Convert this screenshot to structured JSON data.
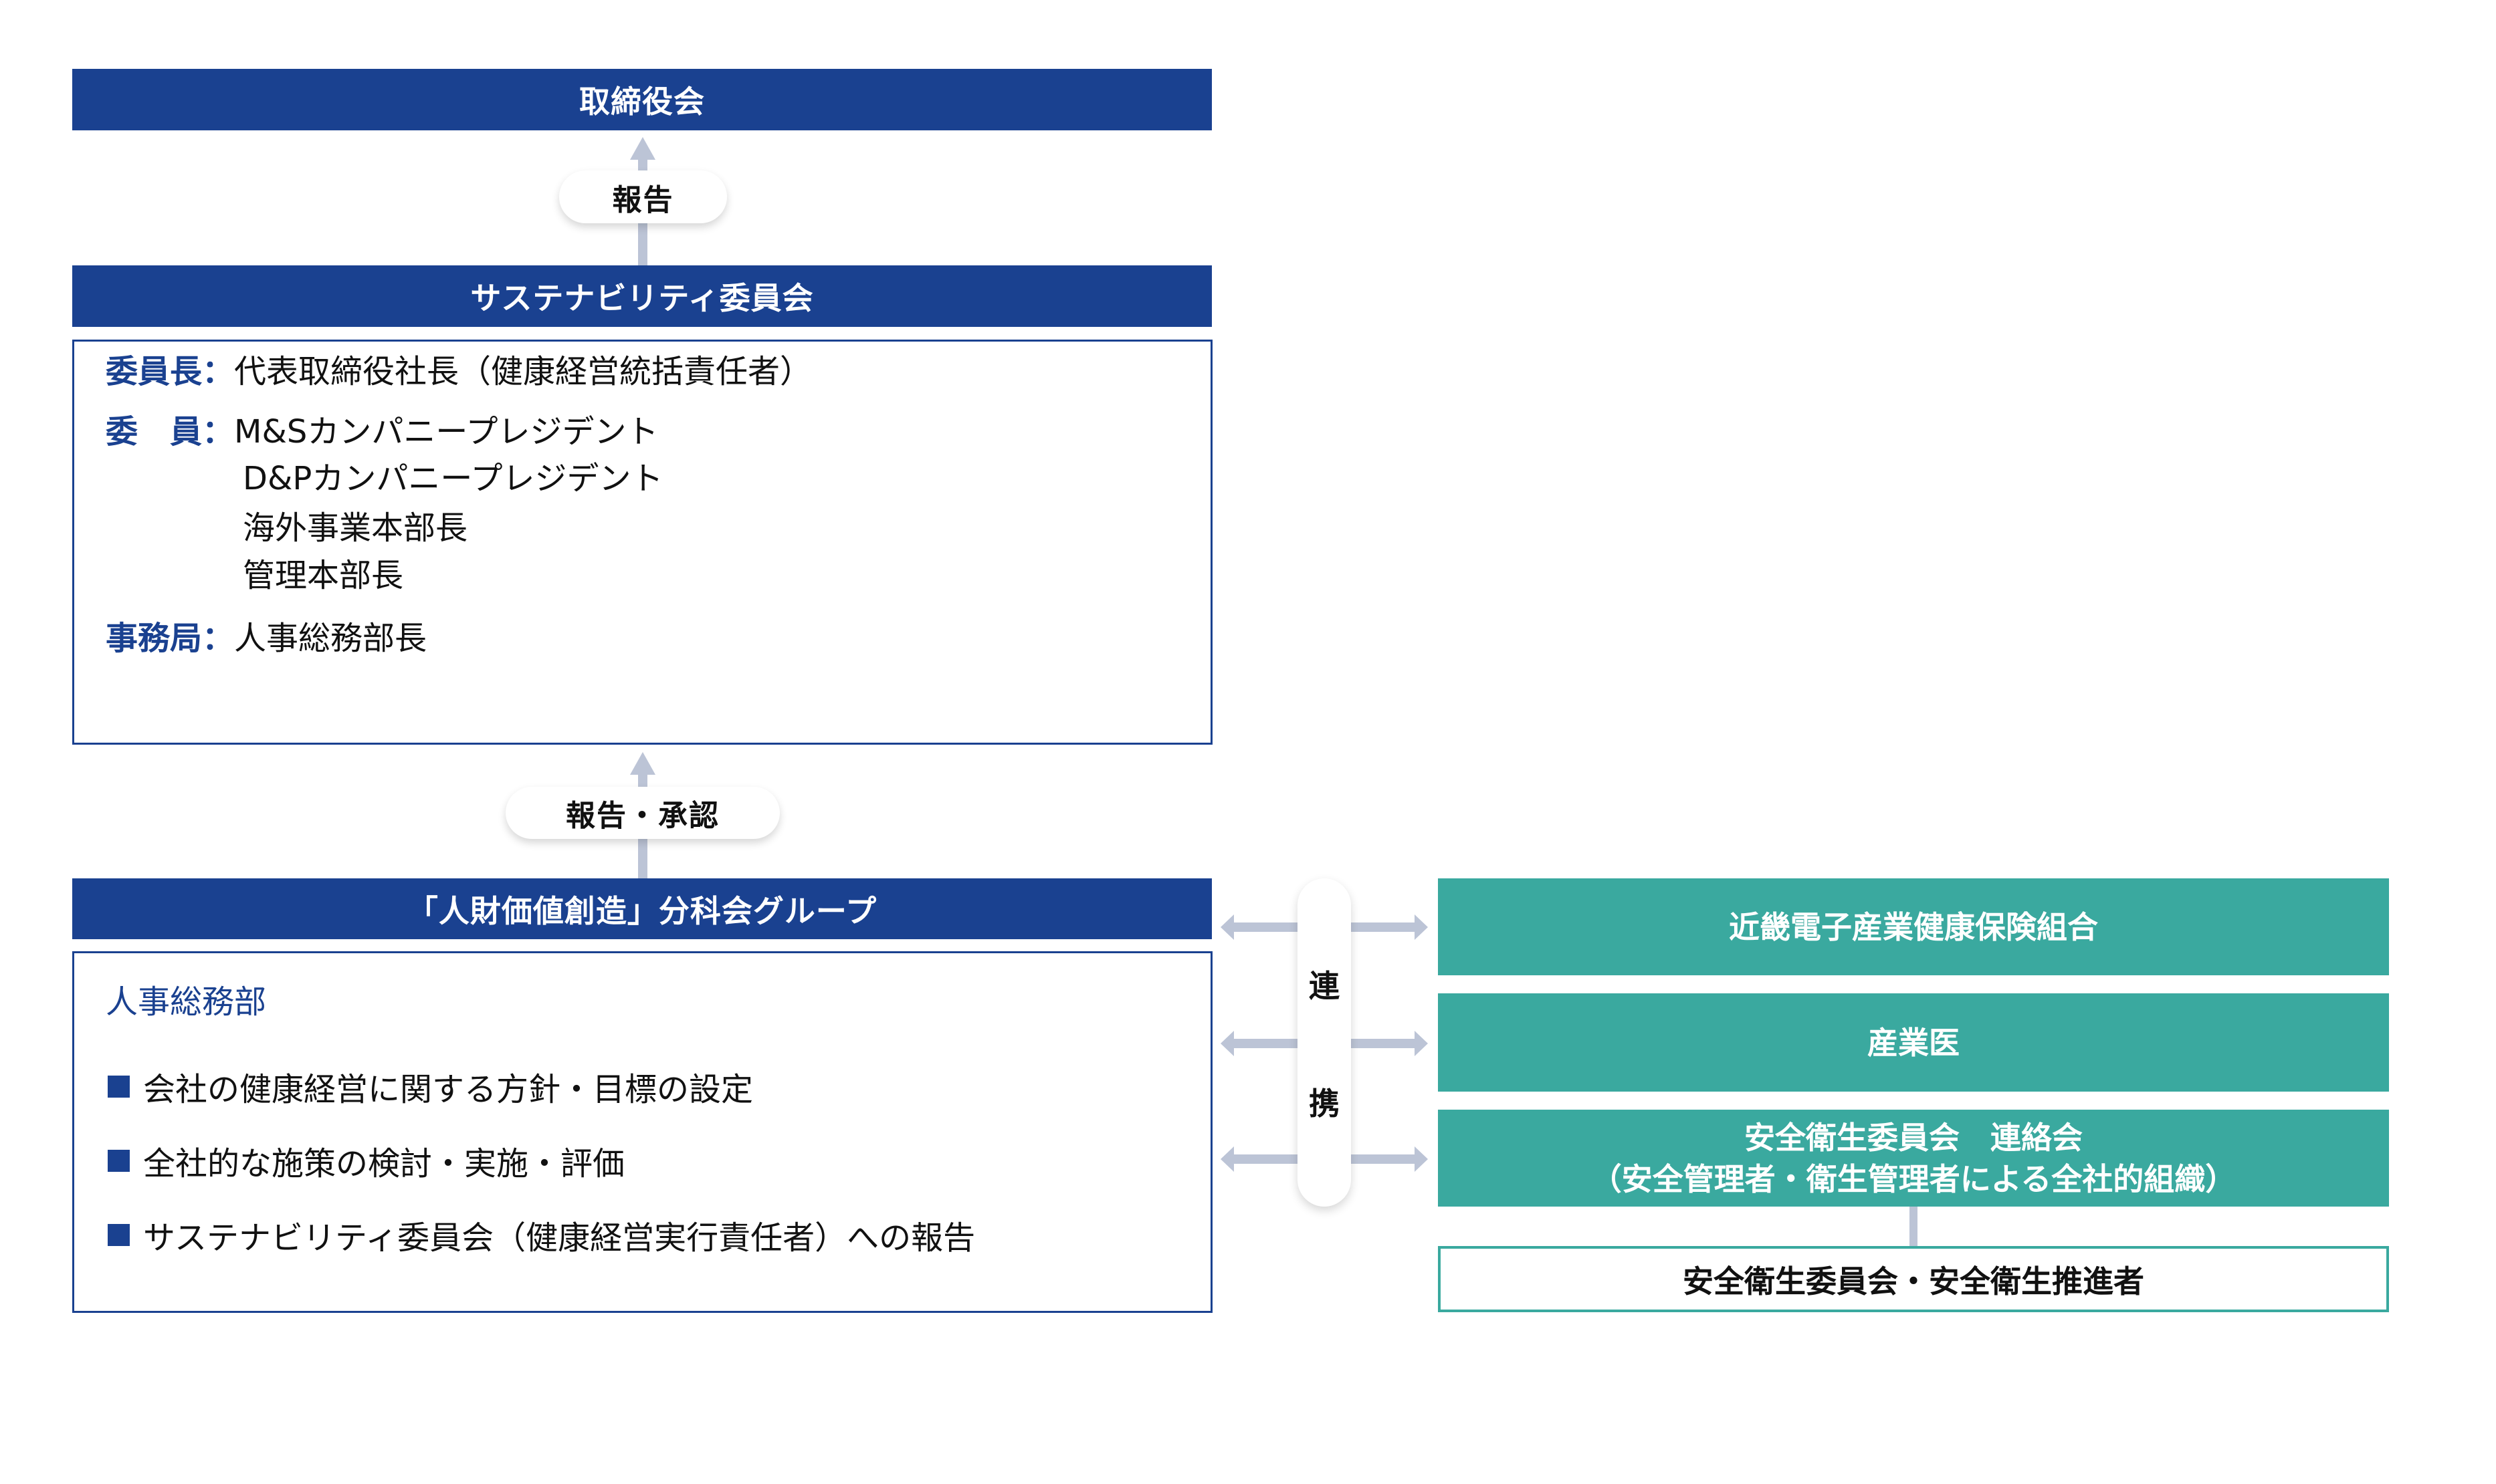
{
  "colors": {
    "navy": "#1a4190",
    "teal": "#3aa99f",
    "arrow": "#bcc4d6"
  },
  "board": {
    "title": "取締役会"
  },
  "report_pill": {
    "label": "報告"
  },
  "sustainability_committee": {
    "title": "サステナビリティ委員会",
    "chair": {
      "label": "委員長",
      "value": "代表取締役社長（健康経営統括責任者）"
    },
    "members": {
      "label": "委　員",
      "values": [
        "M&Sカンパニープレジデント",
        "D&Pカンパニープレジデント",
        "海外事業本部長",
        "管理本部長"
      ]
    },
    "secretariat": {
      "label": "事務局",
      "value": "人事総務部長"
    },
    "colon": "："
  },
  "report_approval_pill": {
    "label": "報告・承認"
  },
  "subcommittee": {
    "title": "「人財価値創造」分科会グループ",
    "department": "人事総務部",
    "items": [
      "会社の健康経営に関する方針・目標の設定",
      "全社的な施策の検討・実施・評価",
      "サステナビリティ委員会（健康経営実行責任者）への報告"
    ]
  },
  "collaboration": {
    "chars": [
      "連",
      "携"
    ]
  },
  "partners": [
    {
      "lines": [
        "近畿電子産業健康保険組合"
      ]
    },
    {
      "lines": [
        "産業医"
      ]
    },
    {
      "lines": [
        "安全衛生委員会　連絡会",
        "（安全管理者・衛生管理者による全社的組織）"
      ]
    }
  ],
  "safety_committee": {
    "title": "安全衛生委員会・安全衛生推進者"
  }
}
